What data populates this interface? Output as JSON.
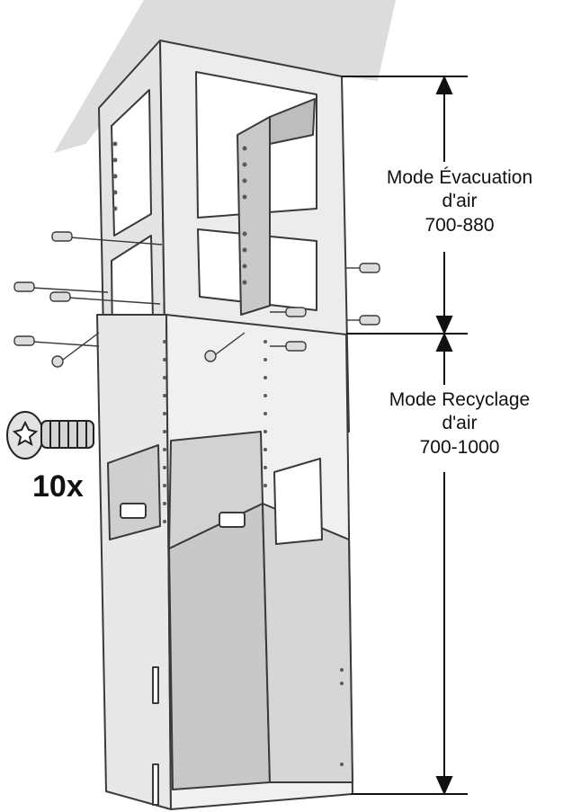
{
  "dimensions": {
    "evacuation": {
      "mode_label": "Mode Évacuation",
      "air_label": "d'air",
      "range": "700-880"
    },
    "recycling": {
      "mode_label": "Mode Recyclage",
      "air_label": "d'air",
      "range": "700-1000"
    }
  },
  "screw_quantity": "10x",
  "colors": {
    "panel_light": "#e6e6e6",
    "panel_mid": "#cfcfcf",
    "panel_dark": "#b8b8b8",
    "outline": "#3a3a3a",
    "ceiling_shadow": "#d9d9d9"
  }
}
